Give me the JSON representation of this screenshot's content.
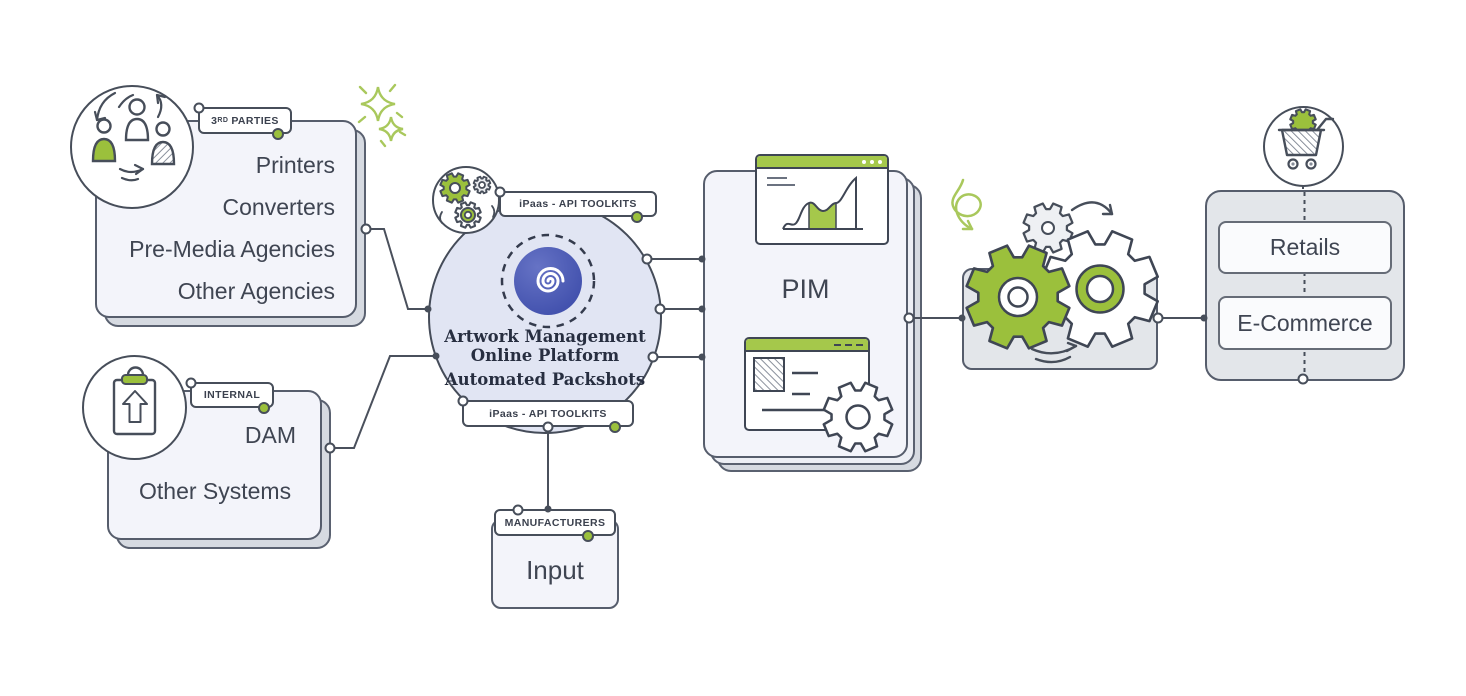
{
  "diagram": {
    "third_parties": {
      "tag_number": "3",
      "tag_sup": "RD",
      "tag_word": "PARTIES",
      "items": [
        "Printers",
        "Converters",
        "Pre-Media Agencies",
        "Other Agencies"
      ]
    },
    "internal": {
      "tag": "INTERNAL",
      "items": [
        "DAM",
        "Other Systems"
      ]
    },
    "platform": {
      "top_tag": "iPaas - API TOOLKITS",
      "bottom_tag": "iPaas - API TOOLKITS",
      "title_line1": "Artwork Management",
      "title_line2": "Online Platform",
      "subtitle": "Automated Packshots"
    },
    "manufacturers": {
      "tag": "MANUFACTURERS",
      "label": "Input"
    },
    "pim": {
      "label": "PIM"
    },
    "output": {
      "items": [
        "Retails",
        "E-Commerce"
      ]
    }
  },
  "colors": {
    "accent_green": "#9bc03c",
    "titlebar_green": "#a5c84b",
    "sparkle_green": "#a9c85c",
    "indigo": "#4352ae",
    "card_bg": "#f3f4fa",
    "circle_bg": "#e1e5f3",
    "gray_panel": "#e3e6ea",
    "outline": "#474e5a",
    "text": "#3f4552"
  },
  "icons": {
    "collaboration": "collaboration-people-icon",
    "clipboard": "clipboard-upload-icon",
    "integration": "integration-gears-icon",
    "spiral": "spiral-icon",
    "chart": "chart-browser-window-icon",
    "settings": "settings-browser-window-icon",
    "gear": "gear-icon",
    "cart": "shopping-cart-icon",
    "sparkles": "sparkles-icon",
    "swirl": "swirl-arrow-icon"
  }
}
